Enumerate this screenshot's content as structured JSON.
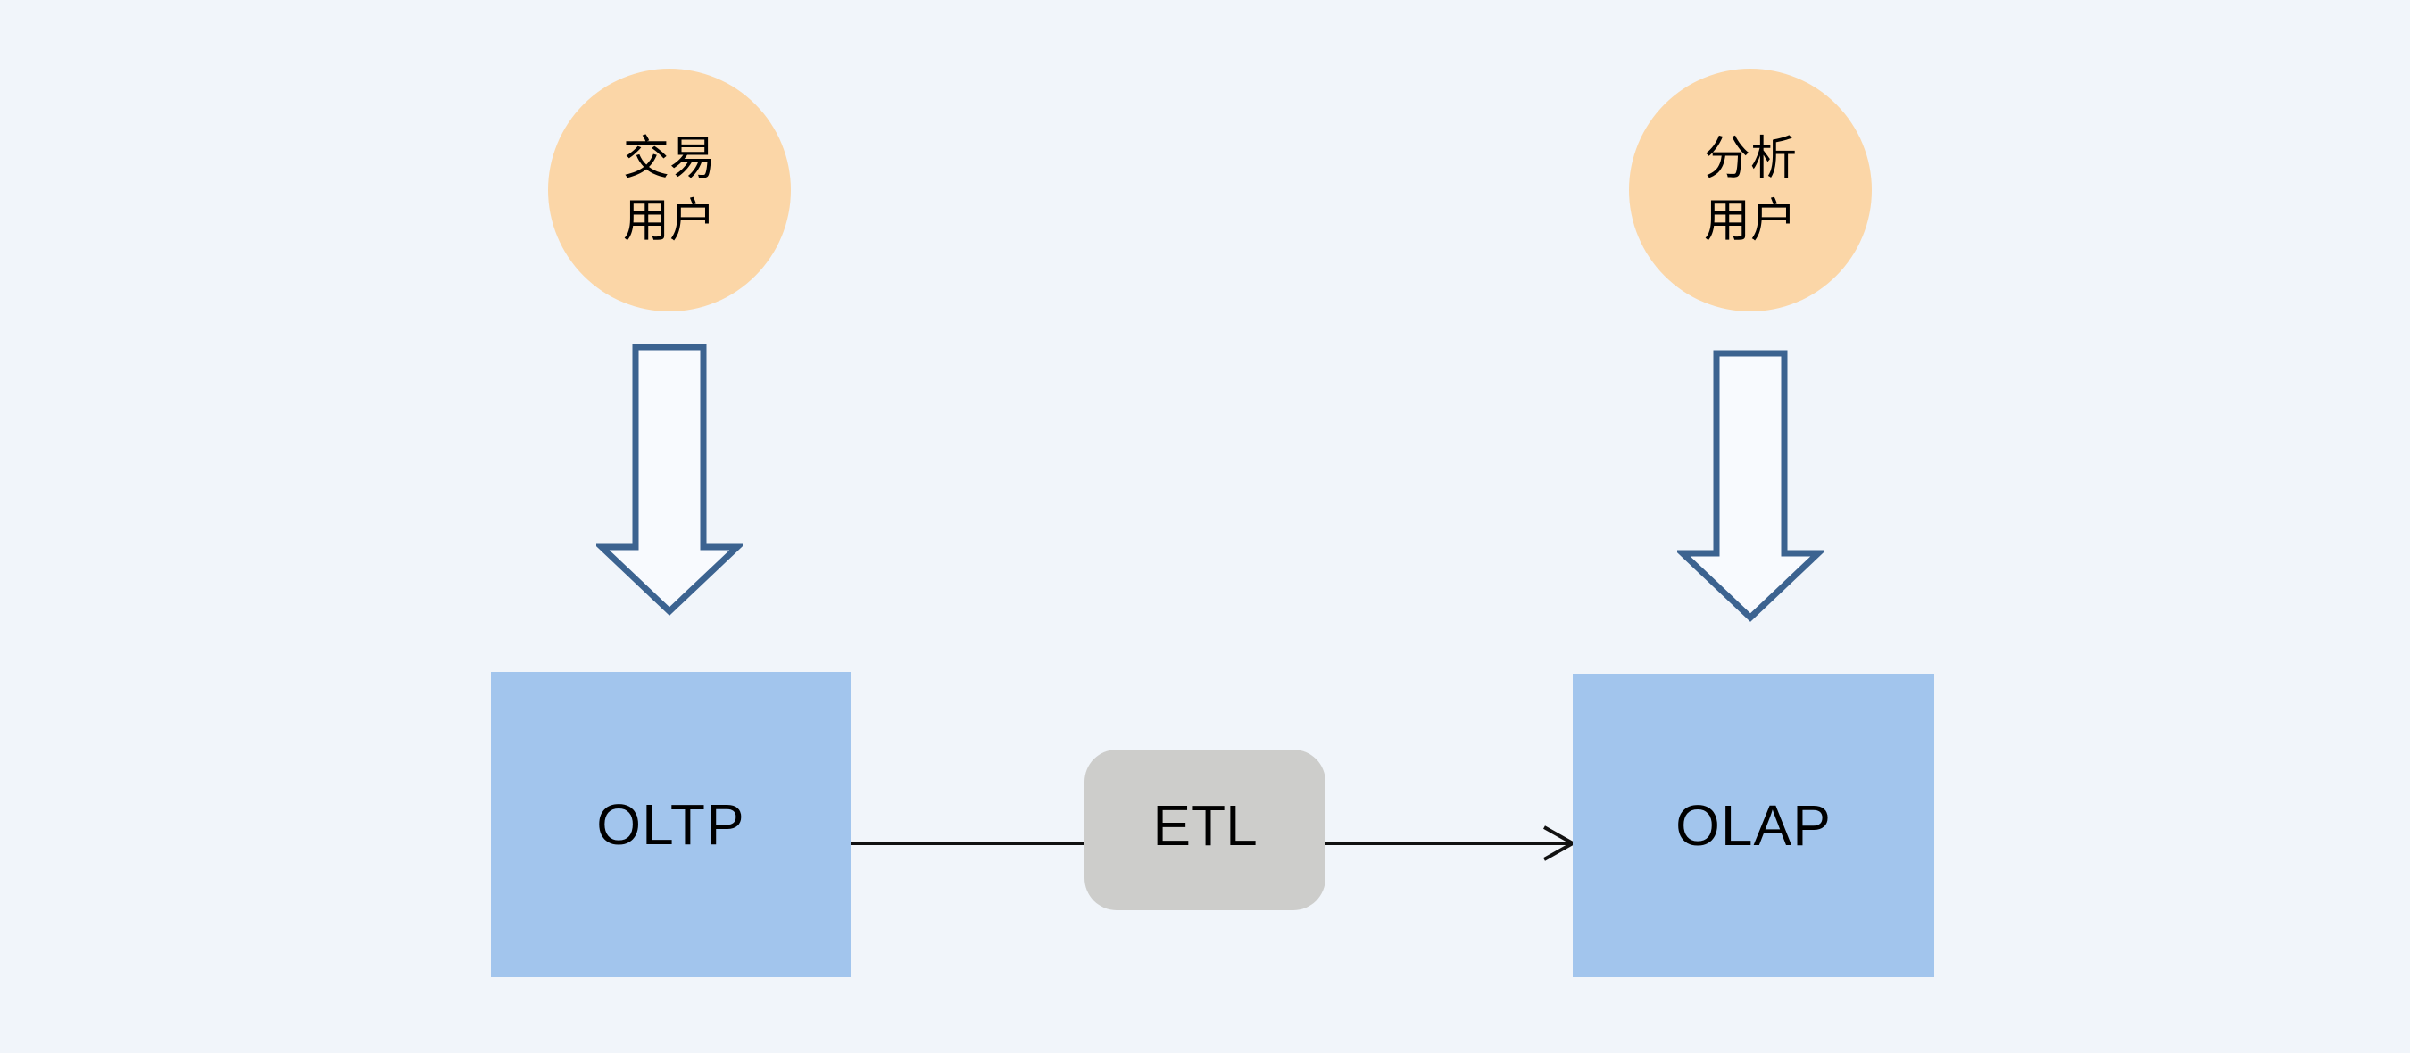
{
  "nodes": {
    "transaction_user": {
      "label": "交易\n用户",
      "shape": "circle",
      "fill": "#FBD6A7"
    },
    "analysis_user": {
      "label": "分析\n用户",
      "shape": "circle",
      "fill": "#FBD6A7"
    },
    "oltp": {
      "label": "OLTP",
      "shape": "rect",
      "fill": "#A2C5ED"
    },
    "etl": {
      "label": "ETL",
      "shape": "rounded-rect",
      "fill": "#CDCDCB"
    },
    "olap": {
      "label": "OLAP",
      "shape": "rect",
      "fill": "#A2C5ED"
    }
  },
  "edges": [
    {
      "from": "transaction_user",
      "to": "oltp",
      "style": "block-arrow-down"
    },
    {
      "from": "analysis_user",
      "to": "olap",
      "style": "block-arrow-down"
    },
    {
      "from": "oltp",
      "via": "etl",
      "to": "olap",
      "style": "thin-arrow-right"
    }
  ],
  "colors": {
    "background": "#F1F5FA",
    "node_peach": "#FBD6A7",
    "node_blue": "#A2C5ED",
    "node_gray": "#CDCDCB",
    "block_arrow_outline": "#3C6390",
    "block_arrow_fill": "#F8FAFE",
    "connector_line": "#111111",
    "text": "#000000"
  }
}
